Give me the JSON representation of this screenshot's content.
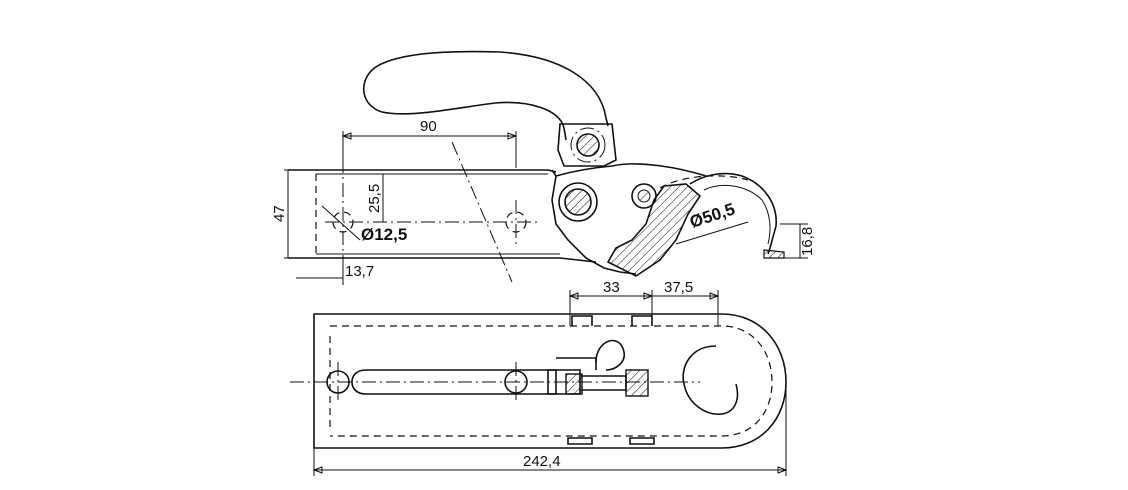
{
  "drawing": {
    "dimensions": {
      "length_90": "90",
      "height_47": "47",
      "height_25_5": "25,5",
      "hole_dia": "Ø12,5",
      "offset_13_7": "13,7",
      "ball_dia": "Ø50,5",
      "height_16_8": "16,8",
      "dist_33": "33",
      "dist_37_5": "37,5",
      "total_length": "242,4"
    }
  }
}
